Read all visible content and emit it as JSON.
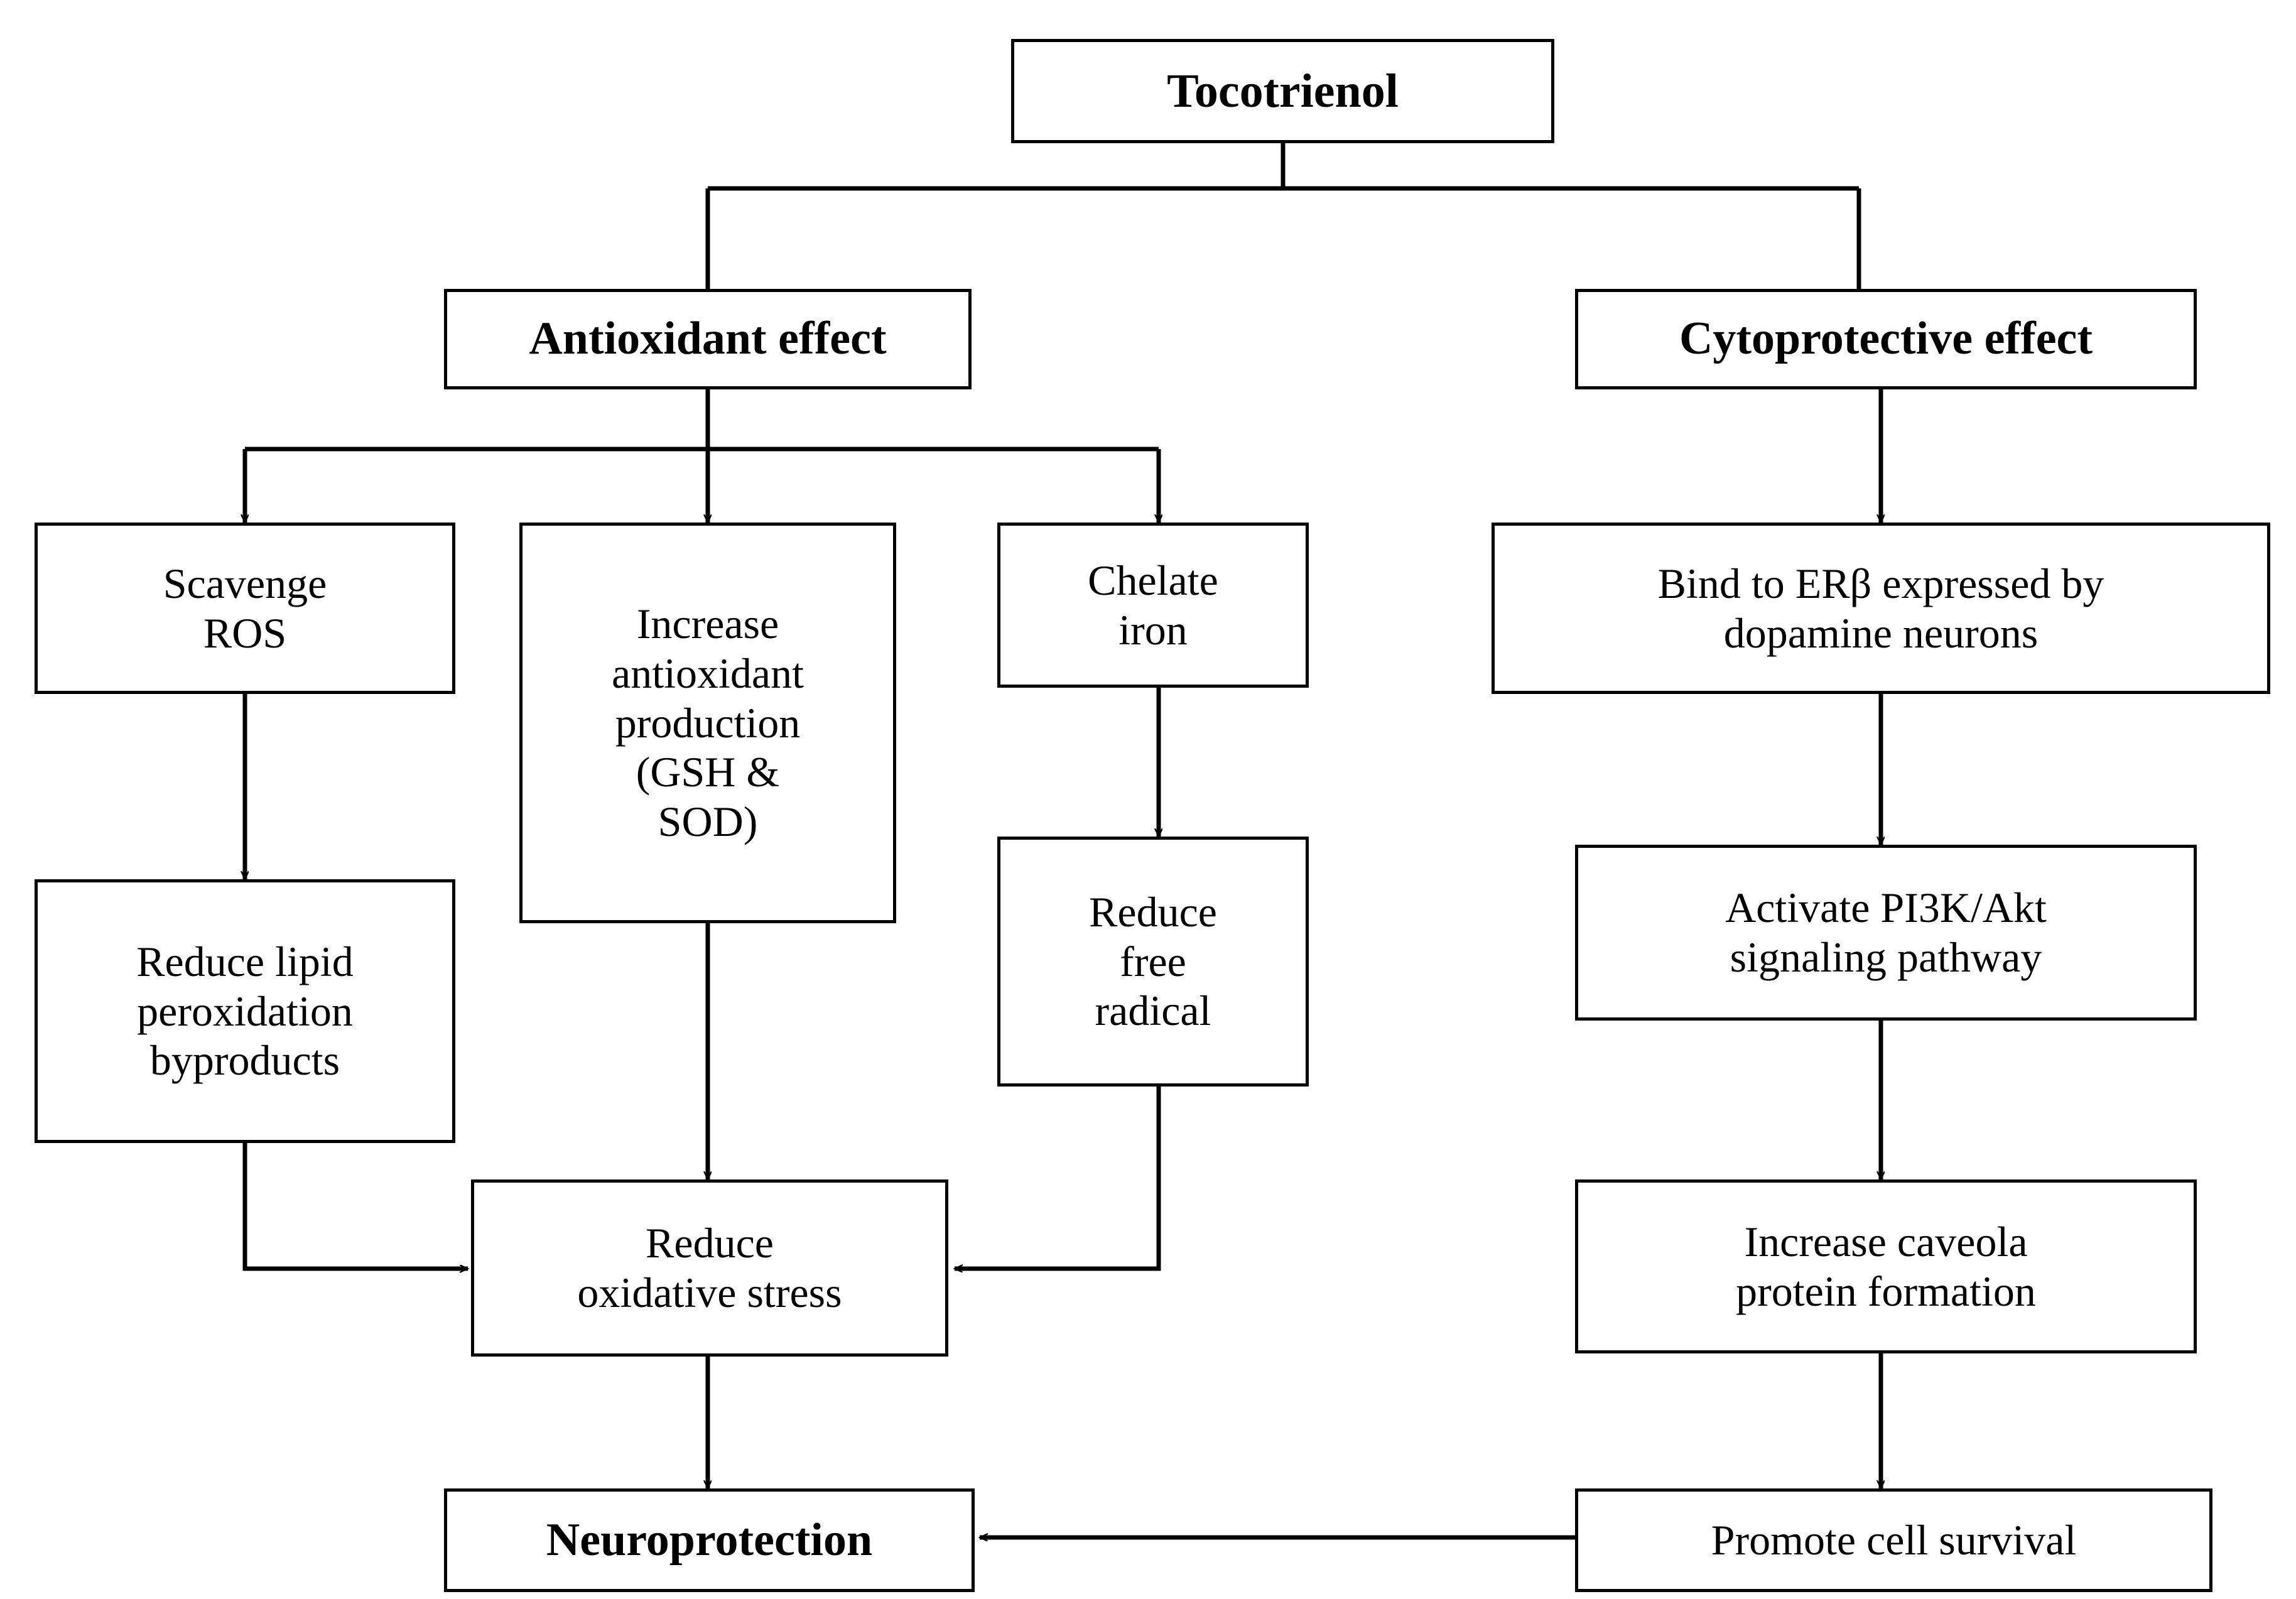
{
  "diagram": {
    "title": "Tocotrienol neuroprotection mechanism flowchart",
    "type": "flowchart",
    "orientation": "top-down",
    "colors": {
      "background": "#ffffff",
      "stroke": "#000000",
      "text": "#000000",
      "node_fill": "#ffffff"
    }
  },
  "nodes": {
    "root": {
      "id": "tocotrienol",
      "label": "Tocotrienol",
      "emphasis": "bold"
    },
    "branches": [
      {
        "id": "antioxidant-effect",
        "label": "Antioxidant effect",
        "emphasis": "bold"
      },
      {
        "id": "cytoprotective-effect",
        "label": "Cytoprotective effect",
        "emphasis": "bold"
      }
    ],
    "antioxidant_children": [
      {
        "id": "scavenge-ros",
        "label": "Scavenge\nROS",
        "emphasis": "regular"
      },
      {
        "id": "increase-antioxidant-production",
        "label": "Increase\nantioxidant\nproduction\n(GSH &\nSOD)",
        "emphasis": "regular"
      },
      {
        "id": "chelate-iron",
        "label": "Chelate\niron",
        "emphasis": "regular"
      }
    ],
    "downstream": [
      {
        "id": "reduce-lipid-peroxidation-byproducts",
        "label": "Reduce lipid\nperoxidation\nbyproducts",
        "emphasis": "regular"
      },
      {
        "id": "reduce-free-radical",
        "label": "Reduce\nfree\nradical",
        "emphasis": "regular"
      },
      {
        "id": "reduce-oxidative-stress",
        "label": "Reduce\noxidative stress",
        "emphasis": "regular"
      }
    ],
    "cytoprotective_chain": [
      {
        "id": "bind-to-er-beta",
        "label": "Bind to ERβ expressed by\ndopamine neurons",
        "emphasis": "regular"
      },
      {
        "id": "activate-pi3k-akt",
        "label": "Activate PI3K/Akt\nsignaling pathway",
        "emphasis": "regular"
      },
      {
        "id": "increase-caveola-protein",
        "label": "Increase caveola\nprotein formation",
        "emphasis": "regular"
      },
      {
        "id": "promote-cell-survival",
        "label": "Promote cell survival",
        "emphasis": "regular"
      }
    ],
    "outcome": {
      "id": "neuroprotection",
      "label": "Neuroprotection",
      "emphasis": "bold"
    }
  },
  "edges": [
    {
      "from": "tocotrienol",
      "to": "antioxidant-effect",
      "arrowhead": false
    },
    {
      "from": "tocotrienol",
      "to": "cytoprotective-effect",
      "arrowhead": false
    },
    {
      "from": "antioxidant-effect",
      "to": "scavenge-ros",
      "arrowhead": true
    },
    {
      "from": "antioxidant-effect",
      "to": "increase-antioxidant-production",
      "arrowhead": true
    },
    {
      "from": "antioxidant-effect",
      "to": "chelate-iron",
      "arrowhead": true
    },
    {
      "from": "scavenge-ros",
      "to": "reduce-lipid-peroxidation-byproducts",
      "arrowhead": true
    },
    {
      "from": "chelate-iron",
      "to": "reduce-free-radical",
      "arrowhead": true
    },
    {
      "from": "reduce-lipid-peroxidation-byproducts",
      "to": "reduce-oxidative-stress",
      "arrowhead": true
    },
    {
      "from": "increase-antioxidant-production",
      "to": "reduce-oxidative-stress",
      "arrowhead": true
    },
    {
      "from": "reduce-free-radical",
      "to": "reduce-oxidative-stress",
      "arrowhead": true
    },
    {
      "from": "reduce-oxidative-stress",
      "to": "neuroprotection",
      "arrowhead": true
    },
    {
      "from": "cytoprotective-effect",
      "to": "bind-to-er-beta",
      "arrowhead": true
    },
    {
      "from": "bind-to-er-beta",
      "to": "activate-pi3k-akt",
      "arrowhead": true
    },
    {
      "from": "activate-pi3k-akt",
      "to": "increase-caveola-protein",
      "arrowhead": true
    },
    {
      "from": "increase-caveola-protein",
      "to": "promote-cell-survival",
      "arrowhead": true
    },
    {
      "from": "promote-cell-survival",
      "to": "neuroprotection",
      "arrowhead": true
    }
  ]
}
